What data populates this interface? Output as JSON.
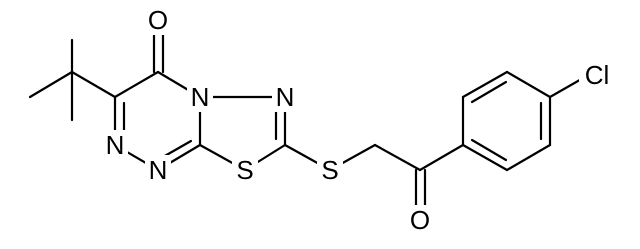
{
  "molecule": {
    "atoms": {
      "carbonyl_oxygen": "O",
      "triazinone_nitrogen_3": "N",
      "triazinone_nitrogen_2": "N",
      "thiadiazole_sulfur": "S",
      "bridgehead_nitrogen": "N",
      "thiadiazole_nitrogen": "N",
      "thioether_sulfur": "S",
      "ketone_oxygen": "O",
      "chlorine": "Cl"
    },
    "colors": {
      "bond": "#000000",
      "label": "#000000",
      "background": "#ffffff"
    }
  }
}
